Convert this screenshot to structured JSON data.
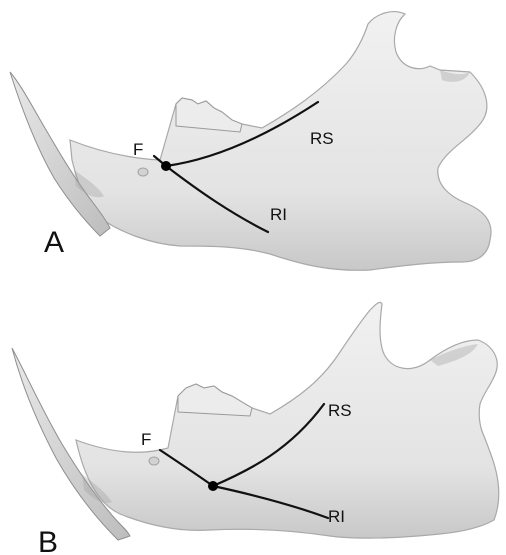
{
  "panels": [
    {
      "id": "A",
      "panel_label": "A",
      "foramen_label": "F",
      "upper_line_label": "RS",
      "lower_line_label": "RI"
    },
    {
      "id": "B",
      "panel_label": "B",
      "foramen_label": "F",
      "upper_line_label": "RS",
      "lower_line_label": "RI"
    }
  ]
}
